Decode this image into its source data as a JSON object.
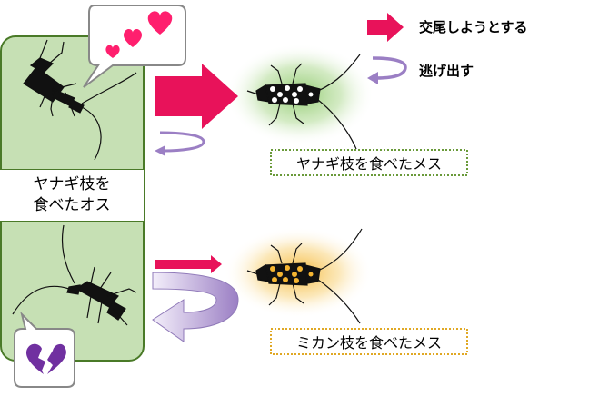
{
  "legend": {
    "mate": "交尾しようとする",
    "escape": "逃げ出す"
  },
  "male_label": {
    "line1": "ヤナギ枝を",
    "line2": "食べたオス"
  },
  "female_willow_label": "ヤナギ枝を食べたメス",
  "female_mikan_label": "ミカン枝を食べたメス",
  "colors": {
    "mate_arrow": "#e8125a",
    "escape_arrow": "#9b7fc4",
    "willow_glow": "#8cc86a",
    "mikan_glow": "#f5b531",
    "panel_fill": "#c6e0b4",
    "panel_border": "#4a7a28",
    "heart": "#ff1f6e",
    "broken_heart": "#7030a0"
  },
  "icons": {
    "speech_hearts": "hearts-icon",
    "speech_broken": "broken-heart-icon"
  }
}
